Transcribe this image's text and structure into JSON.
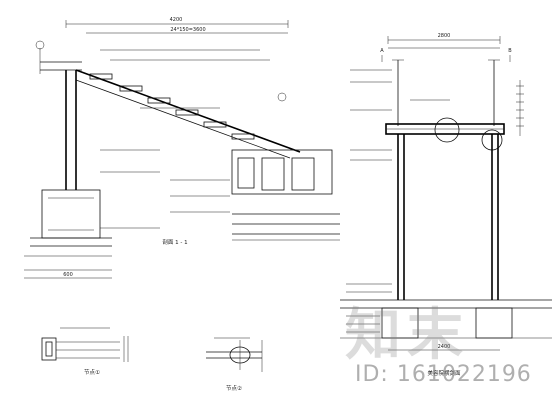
{
  "drawing": {
    "left_section": {
      "overall_dim": "4200",
      "sub_dim": "24*150=3600",
      "label": "剖面 1 - 1",
      "foot_dim": "600"
    },
    "right_section": {
      "top_dim": "2800",
      "bottom_dim": "2400",
      "label": "美容院横剑面",
      "tag_a": "A",
      "tag_b": "B"
    },
    "details": [
      {
        "label": "节点①"
      },
      {
        "label": "节点②"
      }
    ]
  },
  "watermark": {
    "brand": "知末",
    "id_text": "ID: 161022196"
  },
  "colors": {
    "line": "#111111",
    "background": "#ffffff",
    "watermark": "#9a9a9a"
  }
}
